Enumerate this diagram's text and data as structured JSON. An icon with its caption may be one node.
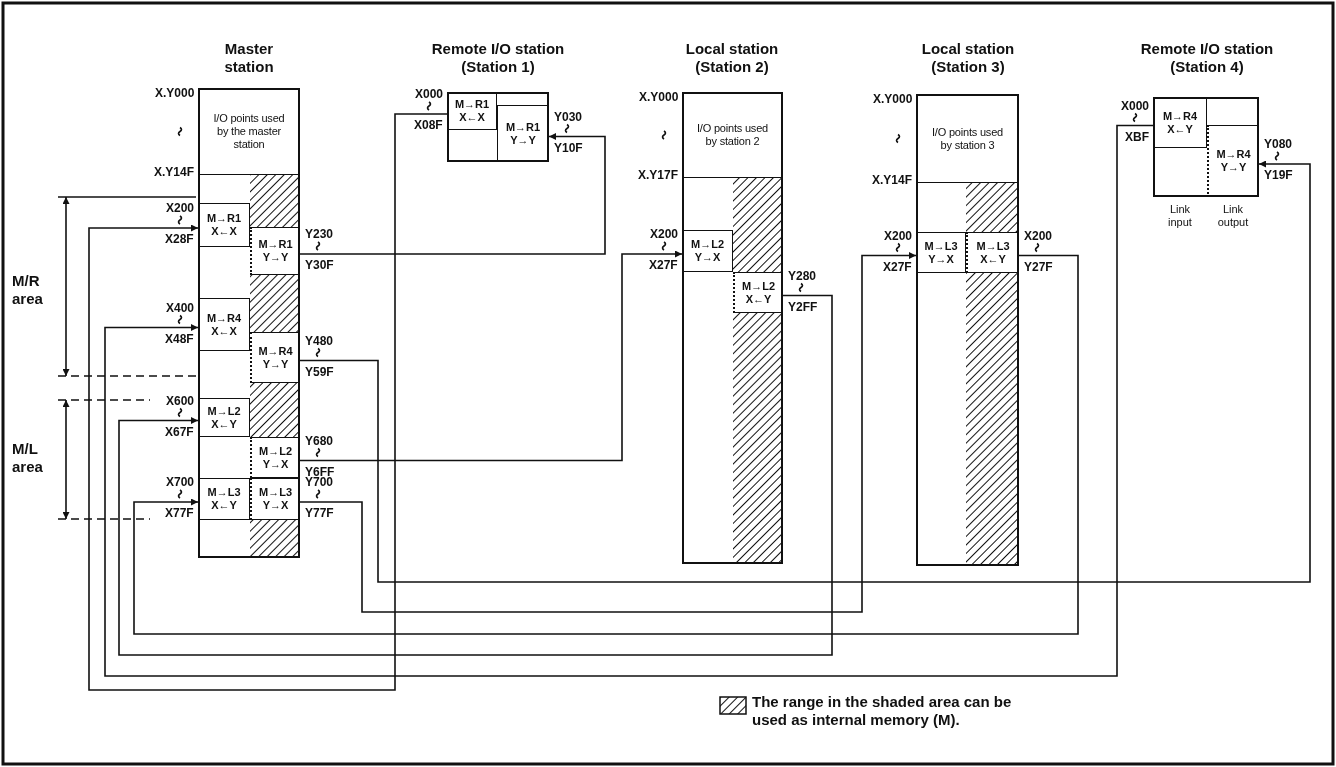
{
  "diagram": {
    "nodes": [
      {
        "text": [
          "Master station"
        ]
      },
      {
        "text": [
          "I/O points used by the master station"
        ],
        "in": 0,
        "beside": [
          "X.Y000",
          "X.Y14F"
        ]
      },
      {
        "text": [
          "M→R1",
          "X←X"
        ],
        "in": 0,
        "beside": [
          "X200",
          "X28F"
        ]
      },
      {
        "text": [
          "M→R1",
          "Y→Y"
        ],
        "in": 0,
        "beside": [
          "Y230",
          "Y30F"
        ]
      },
      {
        "text": [
          "M→R4",
          "X←X"
        ],
        "in": 0,
        "beside": [
          "X400",
          "X48F"
        ]
      },
      {
        "text": [
          "M→R4",
          "Y→Y"
        ],
        "in": 0,
        "beside": [
          "Y480",
          "Y59F"
        ]
      },
      {
        "text": [
          "M→L2",
          "X←Y"
        ],
        "in": 0,
        "beside": [
          "X600",
          "X67F"
        ]
      },
      {
        "text": [
          "M→L2",
          "Y→X"
        ],
        "in": 0,
        "beside": [
          "Y680",
          "Y6FF"
        ]
      },
      {
        "text": [
          "M→L3",
          "X←Y"
        ],
        "in": 0,
        "beside": [
          "X700",
          "X77F"
        ]
      },
      {
        "text": [
          "M→L3",
          "Y→X"
        ],
        "in": 0,
        "beside": [
          "Y700",
          "Y77F"
        ]
      },
      {
        "text": [
          "Remote I/O station (Station 1)"
        ]
      },
      {
        "text": [
          "M→R1",
          "X←X"
        ],
        "in": 10,
        "beside": [
          "X000",
          "X08F"
        ]
      },
      {
        "text": [
          "M→R1",
          "Y→Y"
        ],
        "in": 10,
        "beside": [
          "Y030",
          "Y10F"
        ]
      },
      {
        "text": [
          "Local station (Station 2)"
        ]
      },
      {
        "text": [
          "I/O points used by station 2"
        ],
        "in": 13,
        "beside": [
          "X.Y000",
          "X.Y17F"
        ]
      },
      {
        "text": [
          "M→L2",
          "Y→X"
        ],
        "in": 13,
        "beside": [
          "X200",
          "X27F"
        ]
      },
      {
        "text": [
          "M→L2",
          "X←Y"
        ],
        "in": 13,
        "beside": [
          "Y280",
          "Y2FF"
        ]
      },
      {
        "text": [
          "Local station (Station 3)"
        ]
      },
      {
        "text": [
          "I/O points used by station 3"
        ],
        "in": 17,
        "beside": [
          "X.Y000",
          "X.Y14F"
        ]
      },
      {
        "text": [
          "M→L3",
          "Y→X"
        ],
        "in": 17,
        "beside": [
          "X200",
          "X27F"
        ]
      },
      {
        "text": [
          "M→L3",
          "X←Y"
        ],
        "in": 17,
        "beside": [
          "X200",
          "Y27F"
        ]
      },
      {
        "text": [
          "Remote I/O station (Station 4)"
        ],
        "beside": [
          "Link input",
          "Link output"
        ]
      },
      {
        "text": [
          "M→R4",
          "X←Y"
        ],
        "in": 21,
        "beside": [
          "X000",
          "XBF"
        ]
      },
      {
        "text": [
          "M→R4",
          "Y→Y"
        ],
        "in": 21,
        "beside": [
          "Y080",
          "Y19F"
        ]
      }
    ],
    "edges": [
      {
        "from": 3,
        "to": 12,
        "arrow": "to"
      },
      {
        "from": 11,
        "to": 2,
        "arrow": "to"
      },
      {
        "from": 5,
        "to": 23,
        "arrow": "to"
      },
      {
        "from": 22,
        "to": 4,
        "arrow": "to"
      },
      {
        "from": 7,
        "to": 15,
        "arrow": "to"
      },
      {
        "from": 16,
        "to": 6,
        "arrow": "to"
      },
      {
        "from": 9,
        "to": 19,
        "arrow": "to"
      },
      {
        "from": 20,
        "to": 8,
        "arrow": "to"
      }
    ],
    "labels": [
      "M/R area",
      "M/L area"
    ],
    "legend": [
      {
        "text": "The range in the shaded area can be used as internal memory (M)."
      }
    ]
  }
}
